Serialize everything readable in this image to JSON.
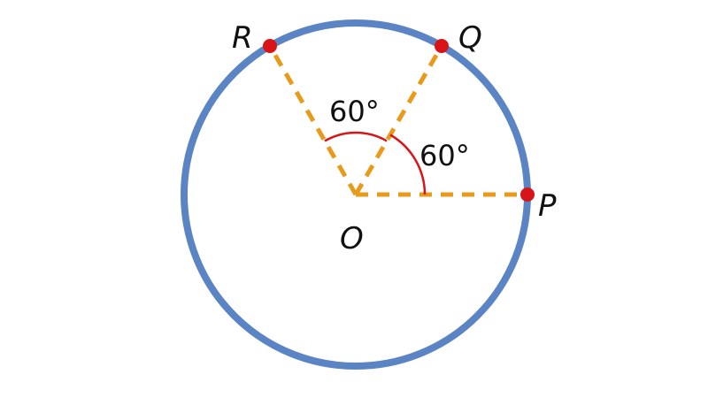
{
  "diagram": {
    "points": {
      "O": "O",
      "P": "P",
      "Q": "Q",
      "R": "R"
    },
    "angles": {
      "POQ": "60°",
      "QOR": "60°"
    },
    "colors": {
      "circle": "#5b84c4",
      "radius": "#e89a1a",
      "point": "#d81418",
      "arc": "#d81418",
      "text": "#111111"
    }
  }
}
